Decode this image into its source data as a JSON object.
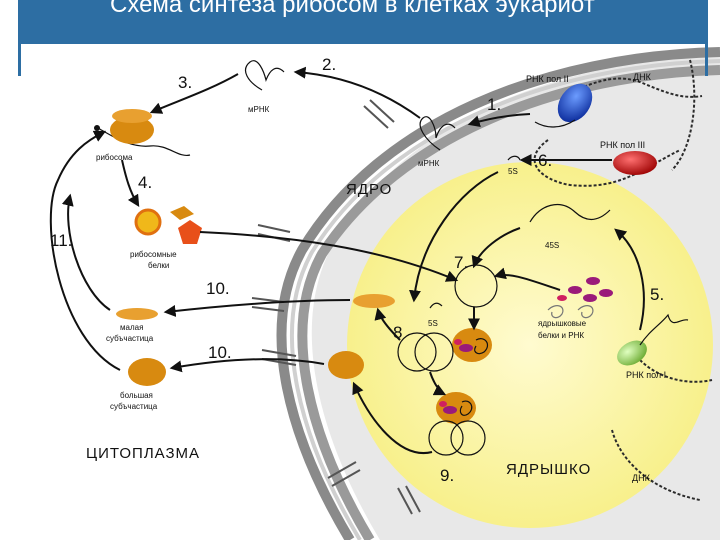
{
  "title": "Схема синтеза рибосом в клетках эукариот",
  "regions": {
    "nucleus": "ЯДРО",
    "nucleolus": "ЯДРЫШКО",
    "cytoplasm": "ЦИТОПЛАЗМА"
  },
  "labels": {
    "rna_pol_2": "РНК пол II",
    "rna_pol_3": "РНК пол III",
    "rna_pol_1": "РНК пол I",
    "dna_top": "ДНК",
    "dna_bottom": "ДНК",
    "mrna_top": "мРНК",
    "mrna_mid": "мРНК",
    "ribosome": "рибосома",
    "ribosomal_proteins": [
      "рибосомные",
      "белки"
    ],
    "small_subunit": [
      "малая",
      "субъчастица"
    ],
    "large_subunit": [
      "большая",
      "субъчастица"
    ],
    "s5_top": "5S",
    "s5_mid": "5S",
    "s45": "45S",
    "nucleolar_proteins": [
      "ядрышковые",
      "белки и РНК"
    ]
  },
  "steps": {
    "s1": "1.",
    "s2": "2.",
    "s3": "3.",
    "s4": "4.",
    "s5": "5.",
    "s6": "6.",
    "s7": "7.",
    "s8": "8",
    "s9": "9.",
    "s10a": "10.",
    "s10b": "10.",
    "s11": "11."
  },
  "colors": {
    "title_bar": "#2d6ea3",
    "nucleolus": "#fbf59a",
    "nucleus_fill": "#e6e6e6",
    "envelope": "#8a8a8a",
    "subunit": "#d88a10",
    "pol2": "#1848c8",
    "pol3": "#d80808",
    "pol1": "#88cc44",
    "protein_purple": "#9a1a7a"
  }
}
